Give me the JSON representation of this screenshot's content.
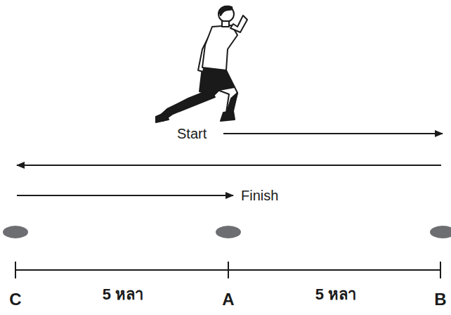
{
  "diagram": {
    "labels": [
      "Start",
      "Finish",
      "C",
      "5 หลา",
      "A",
      "5 หลา",
      "B"
    ]
  }
}
